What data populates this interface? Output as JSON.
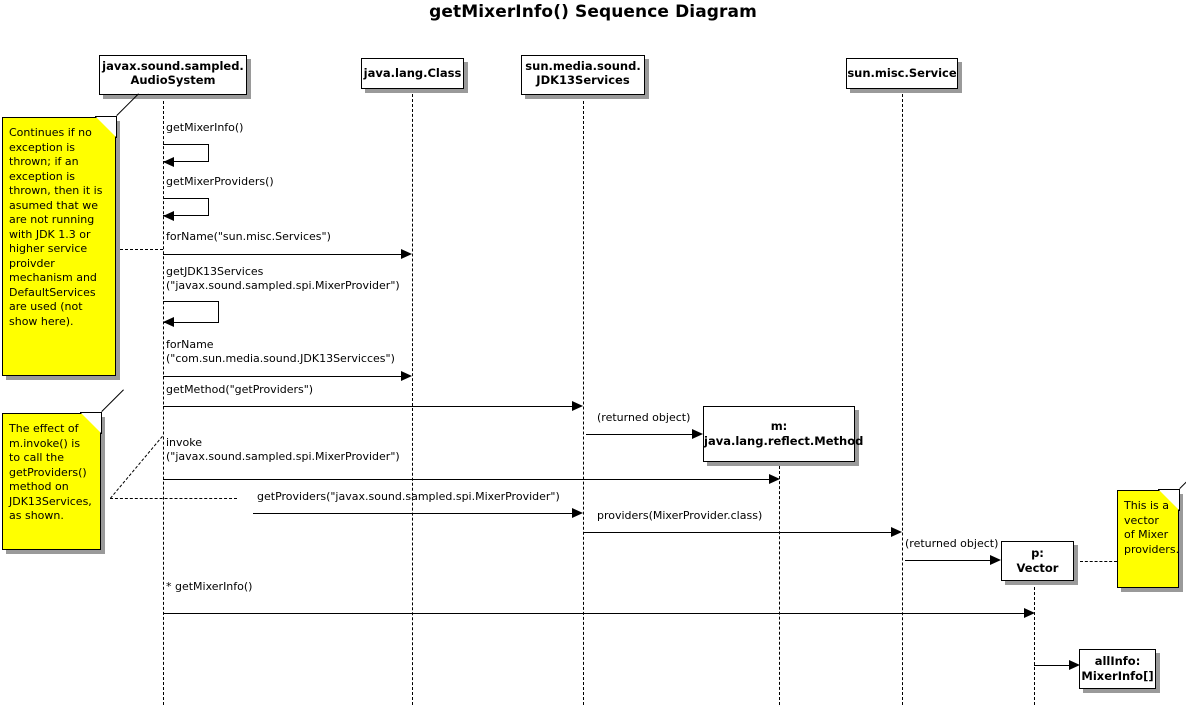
{
  "title": "getMixerInfo() Sequence Diagram",
  "participants": [
    {
      "name": "audiosystem",
      "lines": [
        "javax.sound.sampled.",
        "AudioSystem"
      ]
    },
    {
      "name": "javalangclass",
      "lines": [
        "java.lang.Class"
      ]
    },
    {
      "name": "jdk13services",
      "lines": [
        "sun.media.sound.",
        "JDK13Services"
      ]
    },
    {
      "name": "sunmiscservice",
      "lines": [
        "sun.misc.Service"
      ]
    }
  ],
  "objects": [
    {
      "name": "method-object",
      "lines": [
        "m:",
        "java.lang.reflect.Method"
      ]
    },
    {
      "name": "vector-object",
      "lines": [
        "p:",
        "Vector"
      ]
    },
    {
      "name": "allinfo-object",
      "lines": [
        "allInfo:",
        "MixerInfo[]"
      ]
    }
  ],
  "messages": [
    {
      "name": "get-mixer-info-self",
      "line1": "getMixerInfo()",
      "line2": ""
    },
    {
      "name": "get-mixer-providers-self",
      "line1": "getMixerProviders()",
      "line2": ""
    },
    {
      "name": "for-name-services",
      "line1": "forName(\"sun.misc.Services\")",
      "line2": ""
    },
    {
      "name": "get-jdk13-services-self",
      "line1": "getJDK13Services",
      "line2": "(\"javax.sound.sampled.spi.MixerProvider\")"
    },
    {
      "name": "for-name-jdk13servicces",
      "line1": "forName",
      "line2": "(\"com.sun.media.sound.JDK13Servicces\")"
    },
    {
      "name": "get-method-getproviders",
      "line1": "getMethod(\"getProviders\")",
      "line2": ""
    },
    {
      "name": "returned-object-method",
      "line1": "(returned object)",
      "line2": ""
    },
    {
      "name": "invoke-mixerprovider",
      "line1": "invoke",
      "line2": "(\"javax.sound.sampled.spi.MixerProvider\")"
    },
    {
      "name": "get-providers-mixerprovider",
      "line1": "getProviders(\"javax.sound.sampled.spi.MixerProvider\")",
      "line2": ""
    },
    {
      "name": "providers-mixerprovider-class",
      "line1": "providers(MixerProvider.class)",
      "line2": ""
    },
    {
      "name": "returned-object-vector",
      "line1": "(returned object)",
      "line2": ""
    },
    {
      "name": "star-get-mixer-info",
      "line1": "* getMixerInfo()",
      "line2": ""
    }
  ],
  "notes": [
    {
      "name": "note-exception",
      "text": "Continues if no exception is thrown; if an exception is thrown, then it is asumed that we are not running with JDK 1.3 or higher service proivder mechanism and DefaultServices are used (not show here)."
    },
    {
      "name": "note-invoke",
      "text": "The effect of m.invoke() is to call the getProviders() method on JDK13Services, as shown."
    },
    {
      "name": "note-vector",
      "text": "This is a vector of Mixer providers."
    }
  ],
  "colors": {
    "note_fill": "#ffff00",
    "shadow": "#9a9a9a",
    "stroke": "#000000",
    "background": "#ffffff"
  }
}
